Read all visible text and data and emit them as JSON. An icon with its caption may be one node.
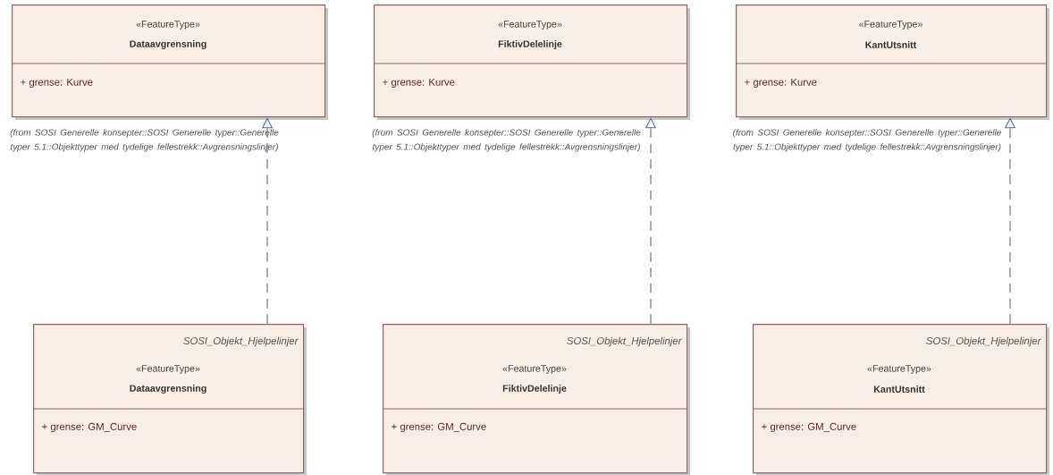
{
  "diagram": {
    "nodes": [
      {
        "text": [
          "«FeatureType»",
          "Dataavgrensning",
          "+ grense: Kurve"
        ],
        "beside": [
          "(from SOSI Generelle konsepter::SOSI Generelle typer::Generelle typer 5.1::Objekttyper med tydelige fellestrekk::Avgrensningslinjer)"
        ]
      },
      {
        "text": [
          "«FeatureType»",
          "FiktivDelelinje",
          "+ grense: Kurve"
        ],
        "beside": [
          "(from SOSI Generelle konsepter::SOSI Generelle typer::Generelle typer 5.1::Objekttyper med tydelige fellestrekk::Avgrensningslinjer)"
        ]
      },
      {
        "text": [
          "«FeatureType»",
          "KantUtsnitt",
          "+ grense: Kurve"
        ],
        "beside": [
          "(from SOSI Generelle konsepter::SOSI Generelle typer::Generelle typer 5.1::Objekttyper med tydelige fellestrekk::Avgrensningslinjer)"
        ]
      },
      {
        "text": [
          "SOSI_Objekt_Hjelpelinjer",
          "«FeatureType»",
          "Dataavgrensning",
          "+ grense: GM_Curve"
        ]
      },
      {
        "text": [
          "SOSI_Objekt_Hjelpelinjer",
          "«FeatureType»",
          "FiktivDelelinje",
          "+ grense: GM_Curve"
        ]
      },
      {
        "text": [
          "SOSI_Objekt_Hjelpelinjer",
          "«FeatureType»",
          "KantUtsnitt",
          "+ grense: GM_Curve"
        ]
      }
    ],
    "edges": [
      {
        "from": 3,
        "to": 0,
        "arrow": "to",
        "style": "dashed"
      },
      {
        "from": 4,
        "to": 1,
        "arrow": "to",
        "style": "dashed"
      },
      {
        "from": 5,
        "to": 2,
        "arrow": "to",
        "style": "dashed"
      }
    ]
  }
}
